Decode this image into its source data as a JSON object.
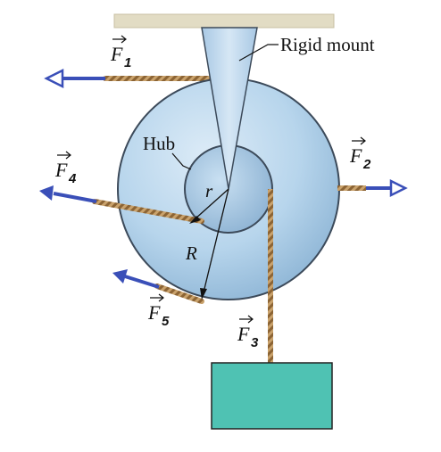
{
  "labels": {
    "rigid_mount": "Rigid mount",
    "hub": "Hub",
    "r": "r",
    "R": "R"
  },
  "forces": [
    {
      "id": "f1",
      "symbol": "F",
      "sub": "1"
    },
    {
      "id": "f2",
      "symbol": "F",
      "sub": "2"
    },
    {
      "id": "f3",
      "symbol": "F",
      "sub": "3"
    },
    {
      "id": "f4",
      "symbol": "F",
      "sub": "4"
    },
    {
      "id": "f5",
      "symbol": "F",
      "sub": "5"
    }
  ],
  "colors": {
    "ceiling": "#e2dcc4",
    "wheel_outer": "#b9d7ee",
    "wheel_hub": "#a9cce8",
    "mount": "#c3dcf0",
    "arrow": "#3a4fb8",
    "rope": "#b58c55",
    "block": "#4fc2b3"
  }
}
